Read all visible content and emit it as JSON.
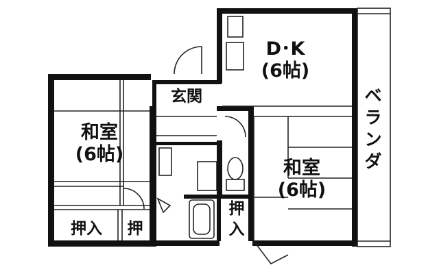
{
  "rooms": {
    "dk": {
      "name": "D･K",
      "size": "(6帖)"
    },
    "washitsu_left": {
      "name": "和室",
      "size": "(6帖)"
    },
    "washitsu_right": {
      "name": "和室",
      "size": "(6帖)"
    },
    "genkan": {
      "name": "玄関"
    },
    "oshiire_left": {
      "name": "押入"
    },
    "oshi_small": {
      "name": "押"
    },
    "oshiire_right": {
      "top": "押",
      "bottom": "入"
    },
    "veranda": {
      "chars": [
        "ベ",
        "ラ",
        "ン",
        "ダ"
      ]
    }
  },
  "colors": {
    "wall": "#111111",
    "line": "#222222",
    "background": "#ffffff"
  }
}
